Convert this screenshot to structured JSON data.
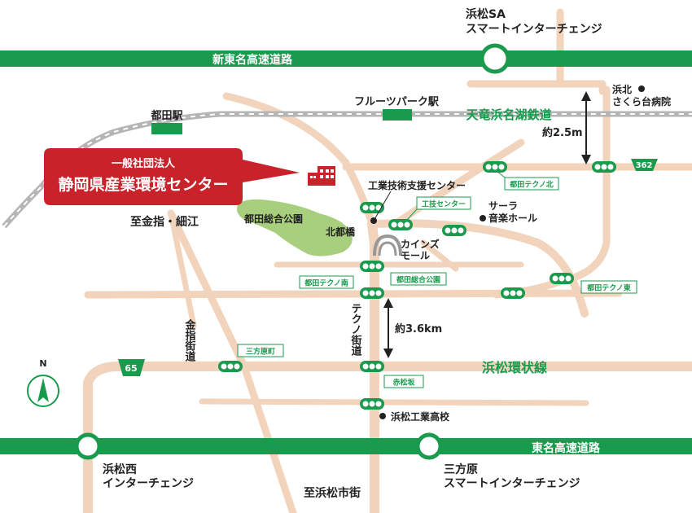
{
  "colors": {
    "background": "#ffffff",
    "expressway": "#1a9a4c",
    "road": "#f2d3bc",
    "rail": "#b5b5b5",
    "park": "#a8cf7d",
    "accent_red": "#c8222a",
    "signal_green": "#1a9a4c",
    "text": "#222222"
  },
  "expressways": {
    "shin_tomei": "新東名高速道路",
    "tomei": "東名高速道路"
  },
  "railway": {
    "name": "天竜浜名湖鉄道",
    "stations": [
      "都田駅",
      "フルーツパーク駅"
    ]
  },
  "organization": {
    "line1": "一般社団法人",
    "line2": "静岡県産業環境センター"
  },
  "route_shields": [
    "362",
    "65"
  ],
  "interchanges": {
    "hamamatsu_sa": {
      "line1": "浜松SA",
      "line2": "スマートインターチェンジ"
    },
    "hamamatsu_nishi": {
      "line1": "浜松西",
      "line2": "インターチェンジ"
    },
    "mikatahara": {
      "line1": "三方原",
      "line2": "スマートインターチェンジ"
    }
  },
  "distances": [
    "約2.5m",
    "約3.6km"
  ],
  "intersections": [
    "都田テクノ北",
    "工技センター",
    "都田総合公園",
    "都田テクノ南",
    "都田テクノ東",
    "三方原町",
    "赤松坂"
  ],
  "places": {
    "park": "都田総合公園",
    "bridge": "北都橋",
    "support_center": "工業技術支援センター",
    "sala_line1": "サーラ",
    "sala_line2": "音楽ホール",
    "kainz_line1": "カインズ",
    "kainz_line2": "モール",
    "hospital_line1": "浜北",
    "hospital_line2": "さくら台病院",
    "high_school": "浜松工業高校"
  },
  "roads": {
    "kanesashi_direction": "至金指・細江",
    "kanesashi_kaido": "金指街道",
    "techno_kaido": "テクノ街道",
    "ring_road": "浜松環状線",
    "city_direction": "至浜松市街"
  },
  "compass": {
    "label": "N"
  }
}
